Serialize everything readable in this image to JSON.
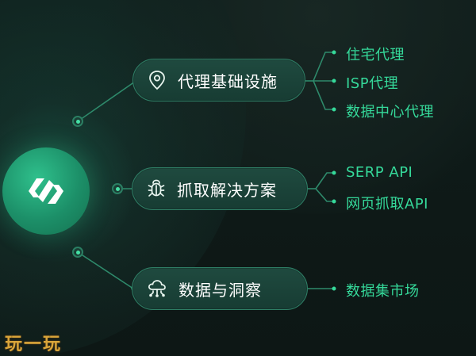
{
  "hub": {
    "icon": "api-brackets-icon"
  },
  "categories": [
    {
      "label": "代理基础设施",
      "icon": "location-pin-icon",
      "items": [
        "住宅代理",
        "ISP代理",
        "数据中心代理"
      ]
    },
    {
      "label": "抓取解决方案",
      "icon": "bug-icon",
      "items": [
        "SERP API",
        "网页抓取API"
      ]
    },
    {
      "label": "数据与洞察",
      "icon": "cloud-network-icon",
      "items": [
        "数据集市场"
      ]
    }
  ],
  "watermark": {
    "text": "玩一玩"
  },
  "colors": {
    "accent": "#35d99a",
    "background": "#0e1a18",
    "hub": "#1f9a70",
    "node_border": "#2f7f66"
  }
}
